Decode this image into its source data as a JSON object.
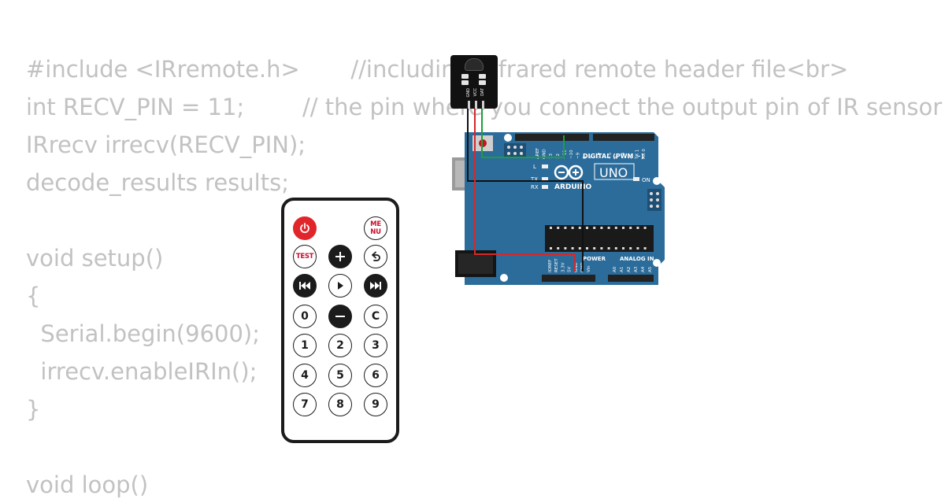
{
  "code_lines": [
    {
      "text": "#include <IRremote.h>       //including infrared remote header file<br>",
      "line": 0
    },
    {
      "text": "int RECV_PIN = 11;        // the pin where you connect the output pin of IR sensor",
      "line": 1
    },
    {
      "text": "IRrecv irrecv(RECV_PIN);",
      "line": 2
    },
    {
      "text": "decode_results results;",
      "line": 3
    },
    {
      "text": "void setup()",
      "line": 5
    },
    {
      "text": "{",
      "line": 6
    },
    {
      "text": "  Serial.begin(9600);",
      "line": 7
    },
    {
      "text": "  irrecv.enableIRIn();",
      "line": 8
    },
    {
      "text": "}",
      "line": 9
    },
    {
      "text": "void loop()",
      "line": 11
    }
  ],
  "ir_module": {
    "pins": [
      "GND",
      "VCC",
      "DAT"
    ]
  },
  "remote": {
    "menu_label": "ME NU",
    "test_label": "TEST",
    "power_icon": "power-icon",
    "buttons": [
      "0",
      "C",
      "1",
      "2",
      "3",
      "4",
      "5",
      "6",
      "7",
      "8",
      "9"
    ]
  },
  "arduino": {
    "brand": "ARDUINO",
    "model": "UNO",
    "digital_label": "DIGITAL (PWM ~)",
    "analog_label": "ANALOG IN",
    "power_label": "POWER",
    "on_label": "ON",
    "l_label": "L",
    "tx_label": "TX",
    "rx_label": "RX",
    "header_pins": [
      "AREF",
      "GND",
      "13",
      "12",
      "~11",
      "~10",
      "~9",
      "8",
      "7",
      "~6",
      "~5",
      "4",
      "~3",
      "2",
      "TX 1",
      "RX 0"
    ],
    "power_pins": [
      "IOREF",
      "RESET",
      "3.3V",
      "5V",
      "GND",
      "GND",
      "Vin"
    ],
    "analog_pins": [
      "A0",
      "A1",
      "A2",
      "A3",
      "A4",
      "A5"
    ],
    "colors": {
      "board": "#2b6c9b",
      "wire_red": "#d62828",
      "wire_green": "#1e9e3a",
      "wire_black": "#111111"
    }
  }
}
